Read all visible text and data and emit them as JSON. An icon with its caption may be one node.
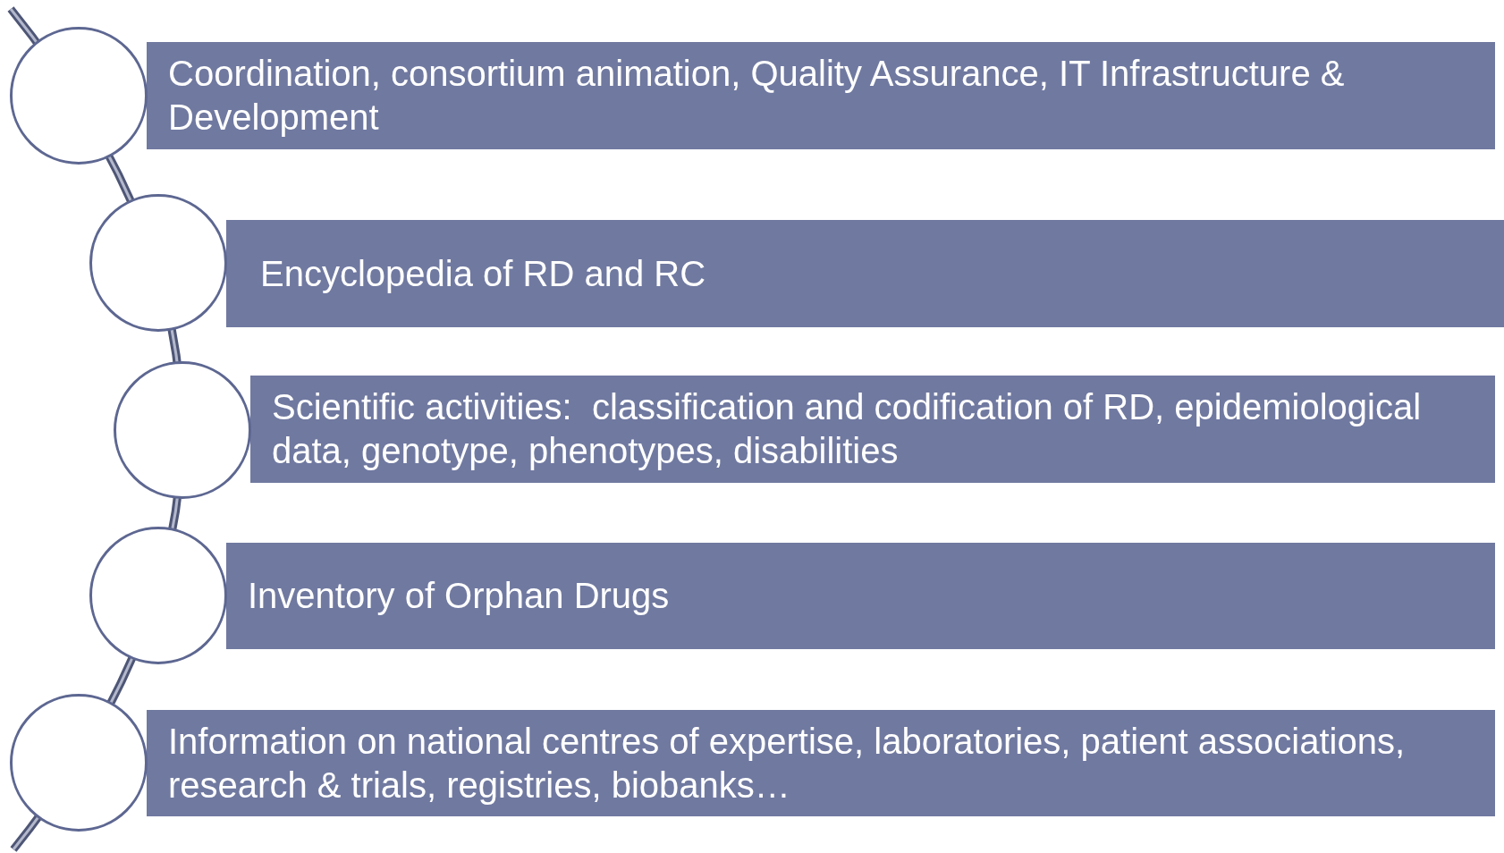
{
  "diagram": {
    "nodes": [
      {
        "text": [],
        "shape": "circle"
      },
      {
        "text": [
          "Coordination, consortium animation, Quality Assurance, IT Infrastructure & Development"
        ]
      },
      {
        "text": [],
        "shape": "circle"
      },
      {
        "text": [
          "Encyclopedia of RD and RC"
        ]
      },
      {
        "text": [],
        "shape": "circle"
      },
      {
        "text": [
          "Scientific activities:  classification and codification of RD, epidemiological data, genotype, phenotypes, disabilities"
        ]
      },
      {
        "text": [],
        "shape": "circle"
      },
      {
        "text": [
          "Inventory of Orphan Drugs"
        ]
      },
      {
        "text": [],
        "shape": "circle"
      },
      {
        "text": [
          "Information on national centres of expertise, laboratories, patient associations, research & trials, registries, biobanks…"
        ]
      }
    ]
  }
}
